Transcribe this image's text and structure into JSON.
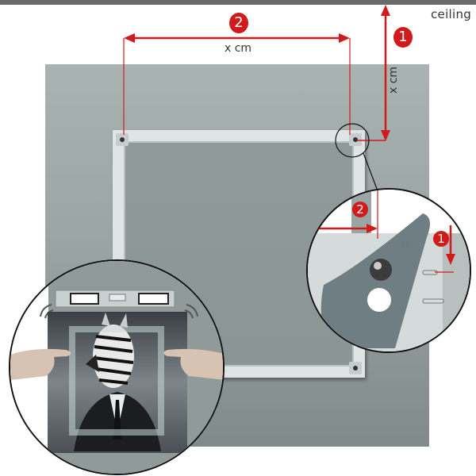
{
  "labels": {
    "ceiling": "ceiling",
    "horizontal_dimension": "x cm",
    "vertical_dimension": "x cm"
  },
  "steps": [
    {
      "number": "1",
      "meaning": "vertical distance from ceiling"
    },
    {
      "number": "2",
      "meaning": "horizontal distance between hangers"
    }
  ],
  "zoom_detail": {
    "step_2": "2",
    "step_1": "1"
  },
  "colors": {
    "accent_red": "#d11a1a",
    "wall": "#9aa5a4",
    "ceiling": "#6b6b6b",
    "frame": "#dfe5e4"
  }
}
